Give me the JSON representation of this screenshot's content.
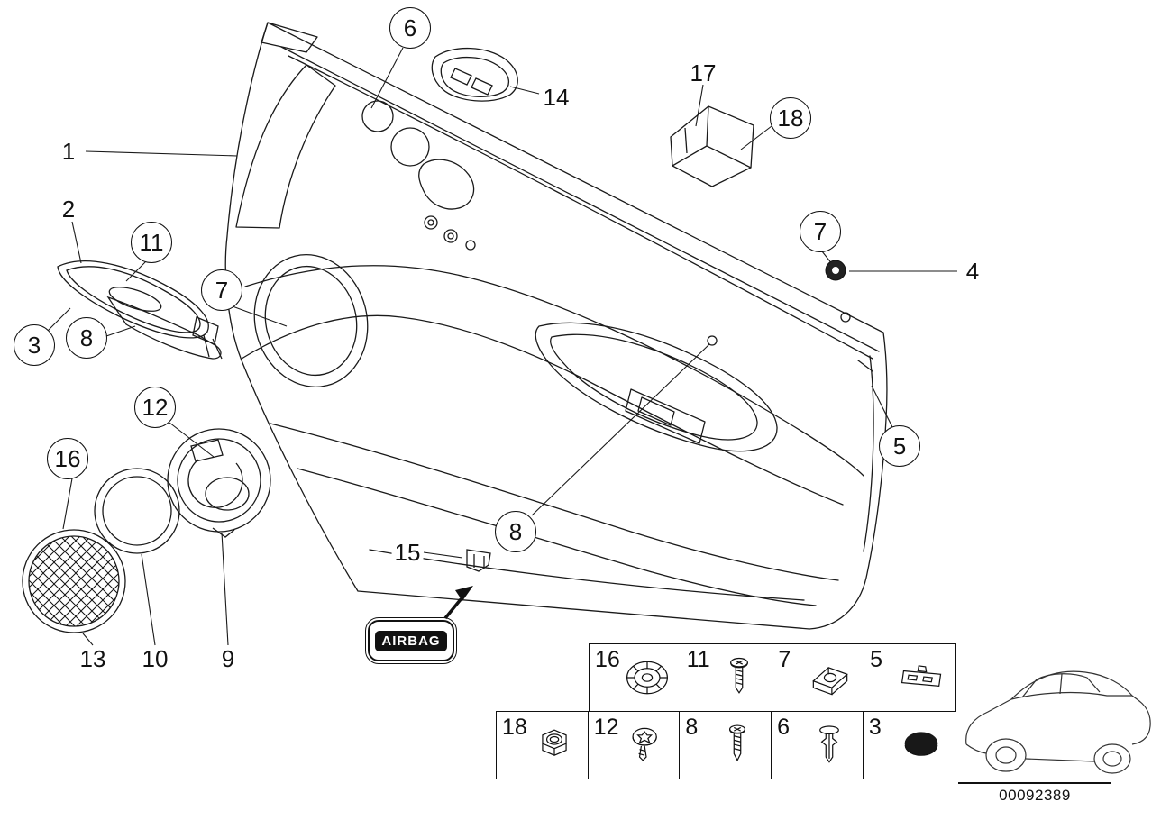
{
  "diagram": {
    "airbag_label": "AIRBAG",
    "callouts": [
      {
        "label": "6",
        "circled": true
      },
      {
        "label": "14",
        "circled": false
      },
      {
        "label": "17",
        "circled": false
      },
      {
        "label": "18",
        "circled": true
      },
      {
        "label": "1",
        "circled": false
      },
      {
        "label": "2",
        "circled": false
      },
      {
        "label": "11",
        "circled": true
      },
      {
        "label": "7",
        "circled": true
      },
      {
        "label": "8",
        "circled": true
      },
      {
        "label": "3",
        "circled": true
      },
      {
        "label": "7",
        "circled": true
      },
      {
        "label": "4",
        "circled": false
      },
      {
        "label": "5",
        "circled": true
      },
      {
        "label": "12",
        "circled": true
      },
      {
        "label": "16",
        "circled": true
      },
      {
        "label": "8",
        "circled": true
      },
      {
        "label": "15",
        "circled": false
      },
      {
        "label": "13",
        "circled": false
      },
      {
        "label": "10",
        "circled": false
      },
      {
        "label": "9",
        "circled": false
      }
    ]
  },
  "legend": {
    "rows": [
      {
        "cells": [
          {
            "label": "16",
            "icon": "grommet-washer-icon"
          },
          {
            "label": "11",
            "icon": "pan-head-screw-icon"
          },
          {
            "label": "7",
            "icon": "spring-clip-icon"
          },
          {
            "label": "5",
            "icon": "bracket-clip-icon"
          }
        ]
      },
      {
        "cells": [
          {
            "label": "18",
            "icon": "hex-nut-icon"
          },
          {
            "label": "12",
            "icon": "torx-screw-icon"
          },
          {
            "label": "8",
            "icon": "tapping-screw-icon"
          },
          {
            "label": "6",
            "icon": "expansion-clip-icon"
          },
          {
            "label": "3",
            "icon": "plug-cap-icon"
          }
        ]
      }
    ]
  },
  "footer": {
    "document_number": "00092389"
  }
}
